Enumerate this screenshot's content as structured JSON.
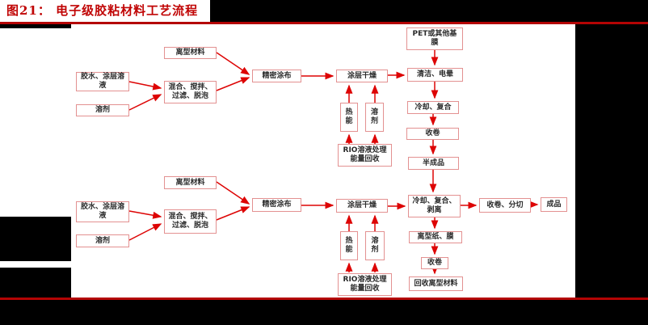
{
  "figure": {
    "title": "图21：  电子级胶粘材料工艺流程"
  },
  "colors": {
    "title_red": "#c00404",
    "rule_red": "#b40404",
    "arrow_red": "#dd0404",
    "box_border_pink": "#e39191",
    "box_text": "#2a2a2a",
    "mask_black": "#000000",
    "background": "#ffffff"
  },
  "nodes": {
    "glue1": "胶水、涂层溶\n液",
    "solvent_a1": "溶剂",
    "mix1": "混合、搅拌、\n过滤、脱泡",
    "release1": "离型材料",
    "coat1": "精密涂布",
    "dry1": "涂层干燥",
    "pet": "PET或其他基\n膜",
    "clean": "清洁、电晕",
    "cool1": "冷却、复合",
    "wind1": "收卷",
    "semi": "半成品",
    "heat1": "热\n能",
    "solvent_b1": "溶\n剂",
    "rio1": "RIO溶液处理\n能量回收",
    "release2": "离型材料",
    "glue2": "胶水、涂层溶\n液",
    "solvent_a2": "溶剂",
    "mix2": "混合、搅拌、\n过滤、脱泡",
    "coat2": "精密涂布",
    "dry2": "涂层干燥",
    "coolpeel": "冷却、复合、\n剥离",
    "windslit": "收卷、分切",
    "product": "成品",
    "releasefilm": "离型纸、膜",
    "wind2": "收卷",
    "recycle": "回收离型材料",
    "heat2": "热\n能",
    "solvent_b2": "溶\n剂",
    "rio2": "RIO溶液处理\n能量回收"
  },
  "edges": [
    {
      "from": "glue1",
      "to": "mix1"
    },
    {
      "from": "solvent_a1",
      "to": "mix1"
    },
    {
      "from": "mix1",
      "to": "coat1"
    },
    {
      "from": "release1",
      "to": "coat1"
    },
    {
      "from": "coat1",
      "to": "dry1"
    },
    {
      "from": "dry1",
      "to": "clean"
    },
    {
      "from": "pet",
      "to": "clean"
    },
    {
      "from": "clean",
      "to": "cool1"
    },
    {
      "from": "cool1",
      "to": "wind1"
    },
    {
      "from": "wind1",
      "to": "semi"
    },
    {
      "from": "semi",
      "to": "coolpeel"
    },
    {
      "from": "heat1",
      "to": "dry1"
    },
    {
      "from": "solvent_b1",
      "to": "dry1"
    },
    {
      "from": "rio1",
      "to": "heat1"
    },
    {
      "from": "rio1",
      "to": "solvent_b1"
    },
    {
      "from": "glue2",
      "to": "mix2"
    },
    {
      "from": "solvent_a2",
      "to": "mix2"
    },
    {
      "from": "mix2",
      "to": "coat2"
    },
    {
      "from": "release2",
      "to": "coat2"
    },
    {
      "from": "coat2",
      "to": "dry2"
    },
    {
      "from": "dry2",
      "to": "coolpeel"
    },
    {
      "from": "coolpeel",
      "to": "windslit"
    },
    {
      "from": "windslit",
      "to": "product"
    },
    {
      "from": "coolpeel",
      "to": "releasefilm"
    },
    {
      "from": "releasefilm",
      "to": "wind2"
    },
    {
      "from": "wind2",
      "to": "recycle"
    },
    {
      "from": "heat2",
      "to": "dry2"
    },
    {
      "from": "solvent_b2",
      "to": "dry2"
    },
    {
      "from": "rio2",
      "to": "heat2"
    },
    {
      "from": "rio2",
      "to": "solvent_b2"
    }
  ]
}
